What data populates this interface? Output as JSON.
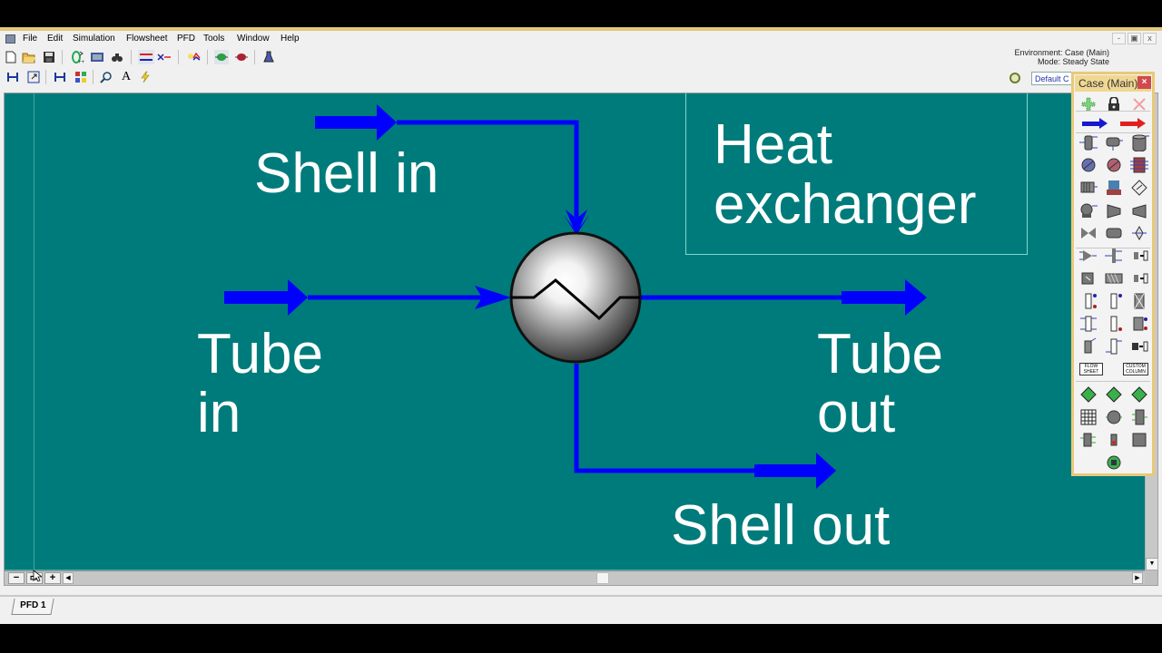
{
  "window": {
    "menu": [
      "File",
      "Edit",
      "Simulation",
      "Flowsheet",
      "PFD",
      "Tools",
      "Window",
      "Help"
    ],
    "controls": {
      "minimize": "-",
      "restore": "▣",
      "close": "x"
    }
  },
  "environment": {
    "line1": "Environment: Case (Main)",
    "line2": "Mode: Steady State"
  },
  "toolbar1": [
    "new-icon",
    "open-icon",
    "save-icon",
    "solver-icon",
    "workbook-icon",
    "binoculars-icon",
    "stream-icon",
    "stream-cross-icon",
    "lightbulb-icon",
    "solver-green-icon",
    "solver-red-icon",
    "flask-icon"
  ],
  "toolbar2": [
    "fit-icon",
    "zoom-window-icon",
    "align-icon",
    "color-icon",
    "magnify-icon",
    "text-icon",
    "lightning-icon"
  ],
  "pfd_selector": {
    "value": "Default C"
  },
  "diagram": {
    "title_line1": "Heat",
    "title_line2": "exchanger",
    "shell_in": "Shell in",
    "tube_in_line1": "Tube",
    "tube_in_line2": "in",
    "tube_out_line1": "Tube",
    "tube_out_line2": "out",
    "shell_out": "Shell out",
    "colors": {
      "background": "#007b7b",
      "stream": "#0000ff",
      "text": "#ffffff"
    }
  },
  "palette": {
    "title": "Case (Main)",
    "close": "×",
    "top_row": [
      "add-icon",
      "lock-icon",
      "delete-icon"
    ],
    "stream_row": [
      "material-stream-icon",
      "energy-stream-icon"
    ],
    "units": [
      "separator-icon",
      "tank-valve-icon",
      "tank-icon",
      "cooler-icon",
      "heater-icon",
      "heat-exchanger-icon",
      "air-cooler-icon",
      "reactor-icon",
      "lng-icon",
      "pump-icon",
      "compressor-icon",
      "expander-icon",
      "valve-icon",
      "cstr-icon",
      "relief-valve-icon",
      "mixer-icon",
      "tee-icon",
      "splitter-icon",
      "gibbs-reactor-icon",
      "plug-flow-icon",
      "component-splitter-icon",
      "column-icon",
      "column-reboiler-icon",
      "column-condenser-icon",
      "absorber-icon",
      "reboiled-absorber-icon",
      "three-phase-icon",
      "short-cut-icon",
      "refluxed-absorber-icon",
      "sub-flowsheet-icon"
    ],
    "labels": {
      "flowsheet": "FLOW SHEET",
      "custom_column": "CUSTOM COLUMN"
    },
    "logic": [
      "adjust-icon",
      "set-icon",
      "recycle-icon",
      "spreadsheet-icon",
      "balance-icon",
      "pid-controller-icon",
      "selector-icon",
      "transfer-icon",
      "cause-effect-icon",
      "digital-point-icon"
    ]
  },
  "canvas_controls": {
    "zoom_out": "−",
    "fit": "▭",
    "zoom_in": "+"
  },
  "tabs": [
    {
      "label": "PFD 1"
    }
  ]
}
